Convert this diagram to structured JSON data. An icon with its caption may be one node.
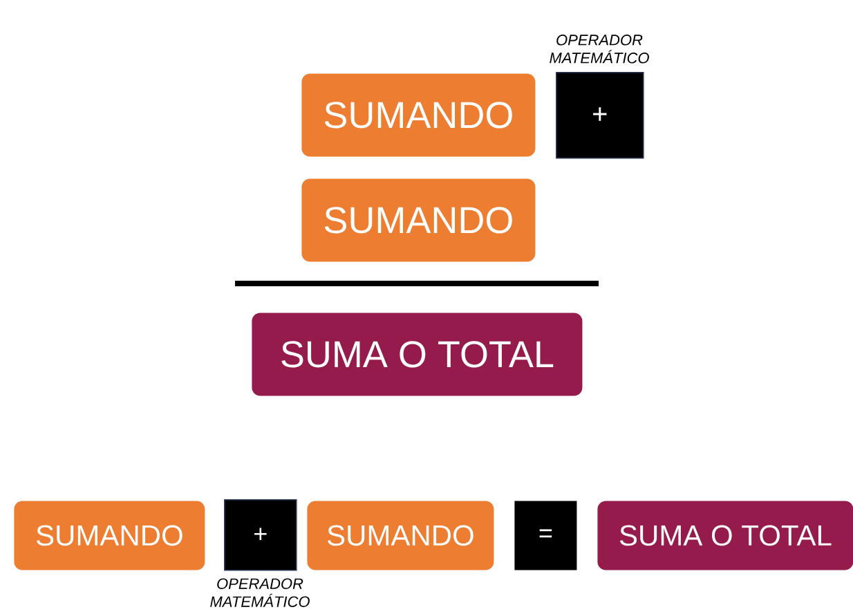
{
  "diagram": {
    "nodes": [
      {
        "text": [
          "SUMANDO"
        ]
      },
      {
        "text": [
          "+"
        ],
        "beside": [
          "OPERADOR MATEMÁTICO"
        ]
      },
      {
        "text": [
          "SUMANDO"
        ]
      },
      {
        "text": [
          "SUMA O TOTAL"
        ]
      },
      {
        "text": [
          "SUMANDO"
        ]
      },
      {
        "text": [
          "+"
        ],
        "beside": [
          "OPERADOR MATEMÁTICO"
        ]
      },
      {
        "text": [
          "SUMANDO"
        ]
      },
      {
        "text": [
          "="
        ]
      },
      {
        "text": [
          "SUMA O TOTAL"
        ]
      }
    ]
  }
}
